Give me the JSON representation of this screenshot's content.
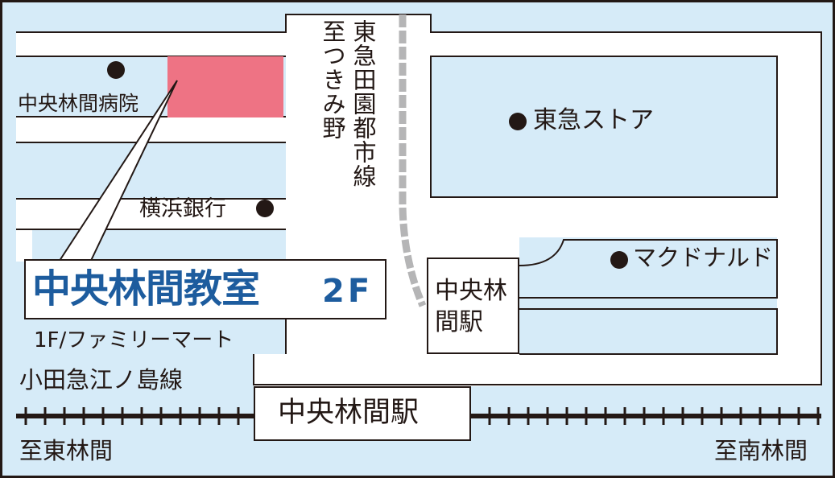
{
  "colors": {
    "water_blue": "#d6ebf8",
    "road_white": "#ffffff",
    "frame": "#231815",
    "target_pink": "#ee7384",
    "rail_gray": "#b5b5b6",
    "label_blue": "#1d5c9e"
  },
  "landmarks": {
    "hospital": "中央林間病院",
    "bank": "横浜銀行",
    "store": "東急ストア",
    "mcdonalds": "マクドナルド"
  },
  "classroom": {
    "name": "中央林間教室",
    "floor": "2F",
    "ground_floor": "1F/ファミリーマート"
  },
  "rail": {
    "tokyu_line": "東急田園都市線",
    "tokyu_direction": "至つきみ野",
    "odakyu_line": "小田急江ノ島線",
    "odakyu_station": "中央林間駅",
    "tokyu_station": "中央林間駅",
    "dir_west": "至東林間",
    "dir_east": "至南林間"
  },
  "icons": {
    "landmark_marker": "filled-circle"
  }
}
